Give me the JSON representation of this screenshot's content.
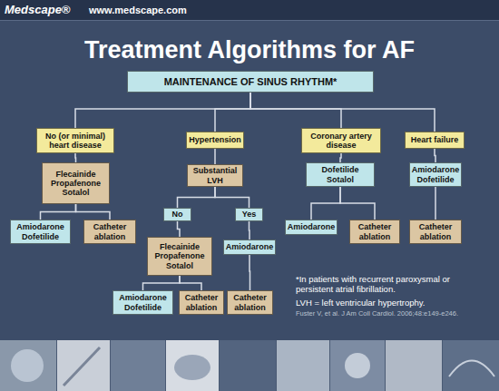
{
  "diagram": {
    "title": "Treatment Algorithms for AF",
    "nodes": [
      {
        "text": [
          "MAINTENANCE OF SINUS RHYTHM*"
        ]
      },
      {
        "text": [
          "No (or minimal) heart disease"
        ]
      },
      {
        "text": [
          "Hypertension"
        ]
      },
      {
        "text": [
          "Coronary artery disease"
        ]
      },
      {
        "text": [
          "Heart failure"
        ]
      },
      {
        "text": [
          "Flecainide Propafenone Sotalol"
        ]
      },
      {
        "text": [
          "Substantial LVH"
        ]
      },
      {
        "text": [
          "Dofetilide Sotalol"
        ]
      },
      {
        "text": [
          "Amiodarone Dofetilide"
        ]
      },
      {
        "text": [
          "Amiodarone Dofetilide"
        ]
      },
      {
        "text": [
          "Catheter ablation"
        ]
      },
      {
        "text": [
          "No"
        ]
      },
      {
        "text": [
          "Yes"
        ]
      },
      {
        "text": [
          "Amiodarone"
        ]
      },
      {
        "text": [
          "Catheter ablation"
        ]
      },
      {
        "text": [
          "Catheter ablation"
        ]
      },
      {
        "text": [
          "Flecainide Propafenone Sotalol"
        ]
      },
      {
        "text": [
          "Amiodarone"
        ]
      },
      {
        "text": [
          "Amiodarone Dofetilide"
        ]
      },
      {
        "text": [
          "Catheter ablation"
        ]
      },
      {
        "text": [
          "Catheter ablation"
        ]
      }
    ],
    "edges": [
      {
        "from": 0,
        "to": 1,
        "arrow": "none"
      },
      {
        "from": 0,
        "to": 2,
        "arrow": "none"
      },
      {
        "from": 0,
        "to": 3,
        "arrow": "none"
      },
      {
        "from": 0,
        "to": 4,
        "arrow": "none"
      },
      {
        "from": 1,
        "to": 5,
        "arrow": "none"
      },
      {
        "from": 2,
        "to": 6,
        "arrow": "none"
      },
      {
        "from": 3,
        "to": 7,
        "arrow": "none"
      },
      {
        "from": 4,
        "to": 8,
        "arrow": "none"
      },
      {
        "from": 5,
        "to": 9,
        "arrow": "none"
      },
      {
        "from": 5,
        "to": 10,
        "arrow": "none"
      },
      {
        "from": 6,
        "to": 11,
        "arrow": "none"
      },
      {
        "from": 6,
        "to": 12,
        "arrow": "none"
      },
      {
        "from": 7,
        "to": 13,
        "arrow": "none"
      },
      {
        "from": 7,
        "to": 14,
        "arrow": "none"
      },
      {
        "from": 8,
        "to": 15,
        "arrow": "none"
      },
      {
        "from": 11,
        "to": 16,
        "arrow": "none"
      },
      {
        "from": 12,
        "to": 17,
        "arrow": "none"
      },
      {
        "from": 16,
        "to": 18,
        "arrow": "none"
      },
      {
        "from": 16,
        "to": 19,
        "arrow": "none"
      },
      {
        "from": 17,
        "to": 20,
        "arrow": "none"
      }
    ],
    "labels": [
      "Medscape®",
      "www.medscape.com",
      "*In patients with recurrent paroxysmal or persistent atrial fibrillation.",
      "LVH = left ventricular hypertrophy.",
      "Fuster V, et al. J Am Coll Cardiol. 2006;48:e149-e246."
    ]
  }
}
